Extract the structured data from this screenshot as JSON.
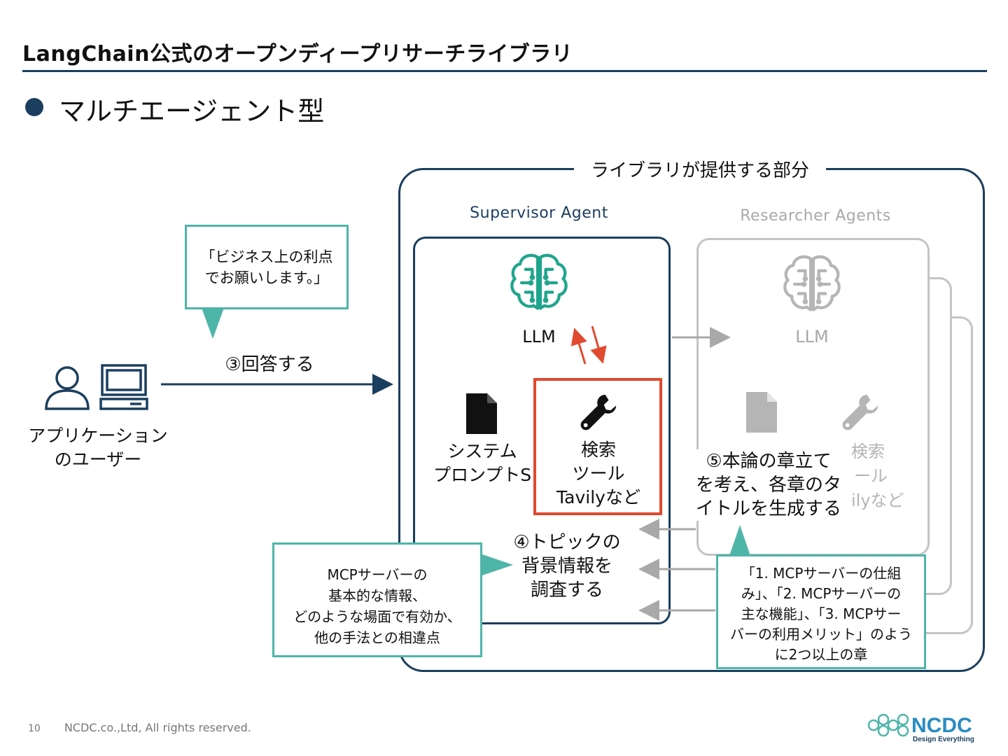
{
  "header": {
    "title": "LangChain公式のオープンディープリサーチライブラリ",
    "bullet": "マルチエージェント型"
  },
  "library": {
    "label": "ライブラリが提供する部分"
  },
  "supervisor": {
    "title": "Supervisor Agent",
    "llm_label": "LLM",
    "system_prompt_line1": "システム",
    "system_prompt_line2": "プロンプトS",
    "tool_line1": "検索",
    "tool_line2": "ツール",
    "tool_line3": "Tavilyなど"
  },
  "researcher": {
    "title": "Researcher Agents",
    "llm_label": "LLM",
    "tool_line1": "検索",
    "tool_line2": "ール",
    "tool_line3": "ilyなど"
  },
  "user": {
    "label_line1": "アプリケーション",
    "label_line2": "のユーザー"
  },
  "steps": {
    "step3": "③回答する",
    "step4_line1": "④トピックの",
    "step4_line2": "背景情報を",
    "step4_line3": "調査する",
    "step5_line1": "⑤本論の章立て",
    "step5_line2": "を考え、各章のタ",
    "step5_line3": "イトルを生成する"
  },
  "callouts": {
    "user_request_line1": "「ビジネス上の利点",
    "user_request_line2": "でお願いします。」",
    "background_line1": "MCPサーバーの",
    "background_line2": "基本的な情報、",
    "background_line3": "どのような場面で有効か、",
    "background_line4": "他の手法との相違点",
    "chapters_line1": "「1. MCPサーバーの仕組",
    "chapters_line2": "み」、「2. MCPサーバーの",
    "chapters_line3": "主な機能」、「3. MCPサー",
    "chapters_line4": "バーの利用メリット」のよう",
    "chapters_line5": "に2つ以上の章"
  },
  "footer": {
    "page": "10",
    "copyright": "NCDC.co.,Ltd, All rights reserved.",
    "logo_text": "NCDC",
    "logo_tagline": "Design Everything"
  },
  "colors": {
    "navy": "#1b3e5e",
    "teal": "#4fb5a9",
    "brain_teal": "#1fa58c",
    "red": "#e04a2f",
    "gray": "#b5b5b5"
  },
  "icons": [
    "person-icon",
    "computer-icon",
    "brain-icon",
    "document-icon",
    "wrench-icon",
    "ncdc-logo"
  ]
}
